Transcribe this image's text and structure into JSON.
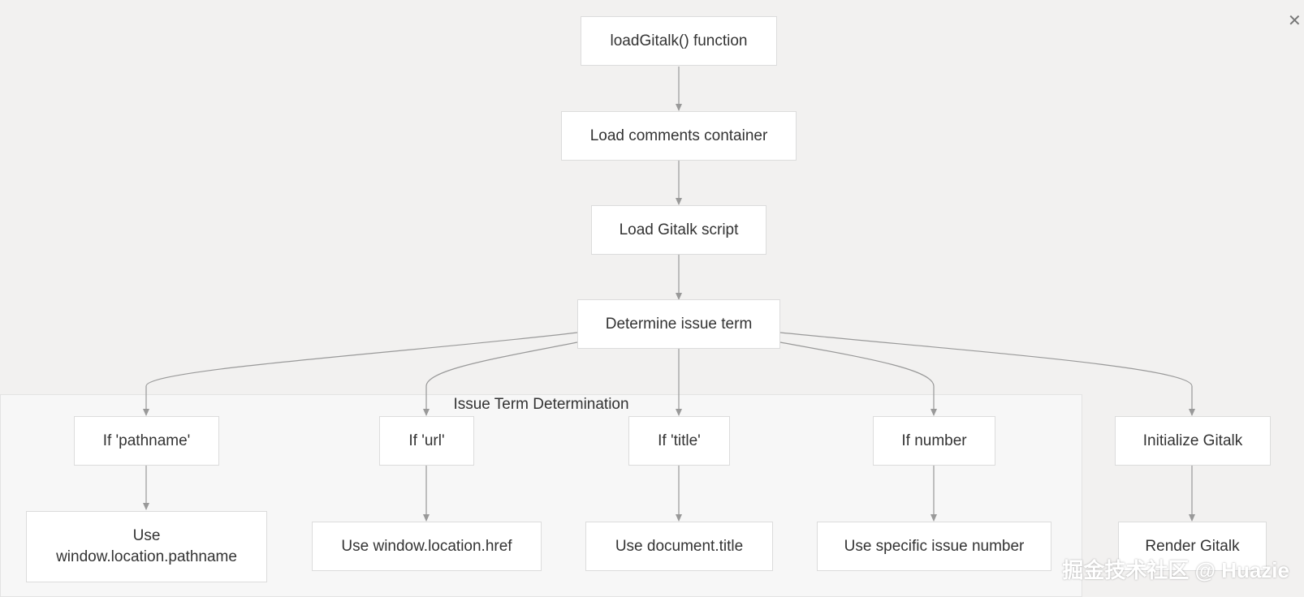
{
  "diagram": {
    "cluster_title": "Issue Term Determination",
    "nodes": {
      "load_gitalk_fn": "loadGitalk() function",
      "load_comments": "Load comments container",
      "load_script": "Load Gitalk script",
      "determine_term": "Determine issue term",
      "if_pathname": "If 'pathname'",
      "if_url": "If 'url'",
      "if_title": "If 'title'",
      "if_number": "If number",
      "init_gitalk": "Initialize Gitalk",
      "use_pathname": "Use window.location.pathname",
      "use_href": "Use window.location.href",
      "use_title": "Use document.title",
      "use_number": "Use specific issue number",
      "render_gitalk": "Render Gitalk"
    },
    "edge_color": "#999999"
  },
  "close_icon": "close-icon",
  "close_glyph": "✕",
  "watermark": "掘金技术社区 @ Huazie"
}
